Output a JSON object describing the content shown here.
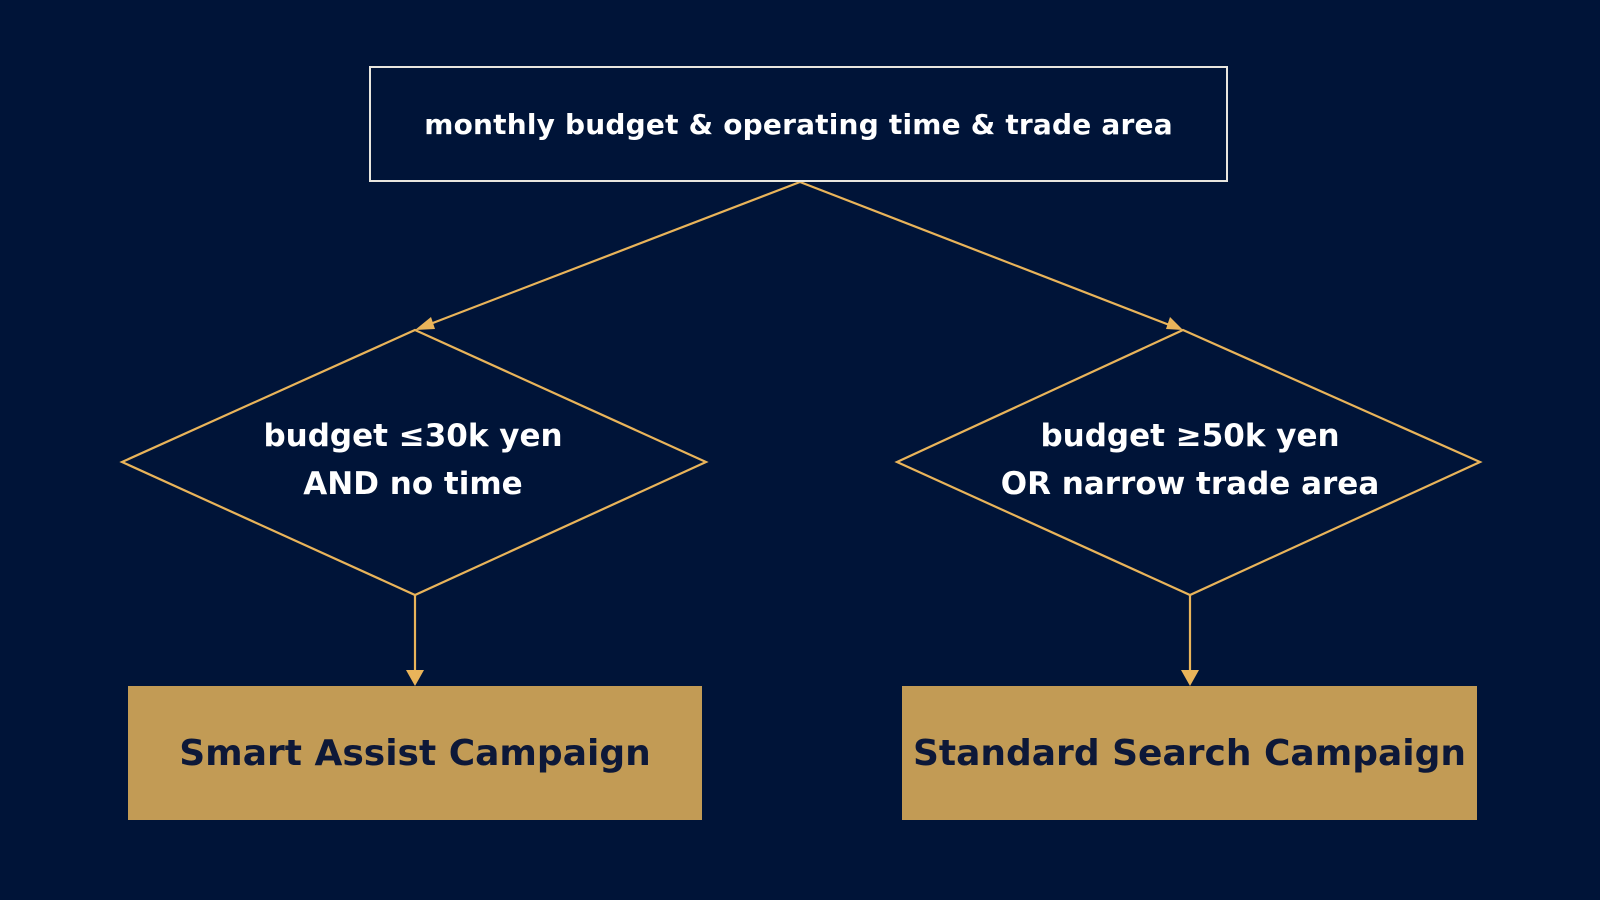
{
  "diagram": {
    "root": {
      "label": "monthly budget & operating time & trade area"
    },
    "decisions": [
      {
        "line1": "budget ≤30k yen",
        "line2": "AND no time"
      },
      {
        "line1": "budget ≥50k yen",
        "line2": "OR narrow trade area"
      }
    ],
    "outcomes": [
      {
        "label": "Smart Assist Campaign"
      },
      {
        "label": "Standard Search Campaign"
      }
    ]
  },
  "colors": {
    "background": "#001438",
    "connector": "#e9b45a",
    "root_border": "#e8e6de",
    "outcome_fill": "#c29b55",
    "outcome_text": "#0d1838",
    "text": "#ffffff"
  }
}
